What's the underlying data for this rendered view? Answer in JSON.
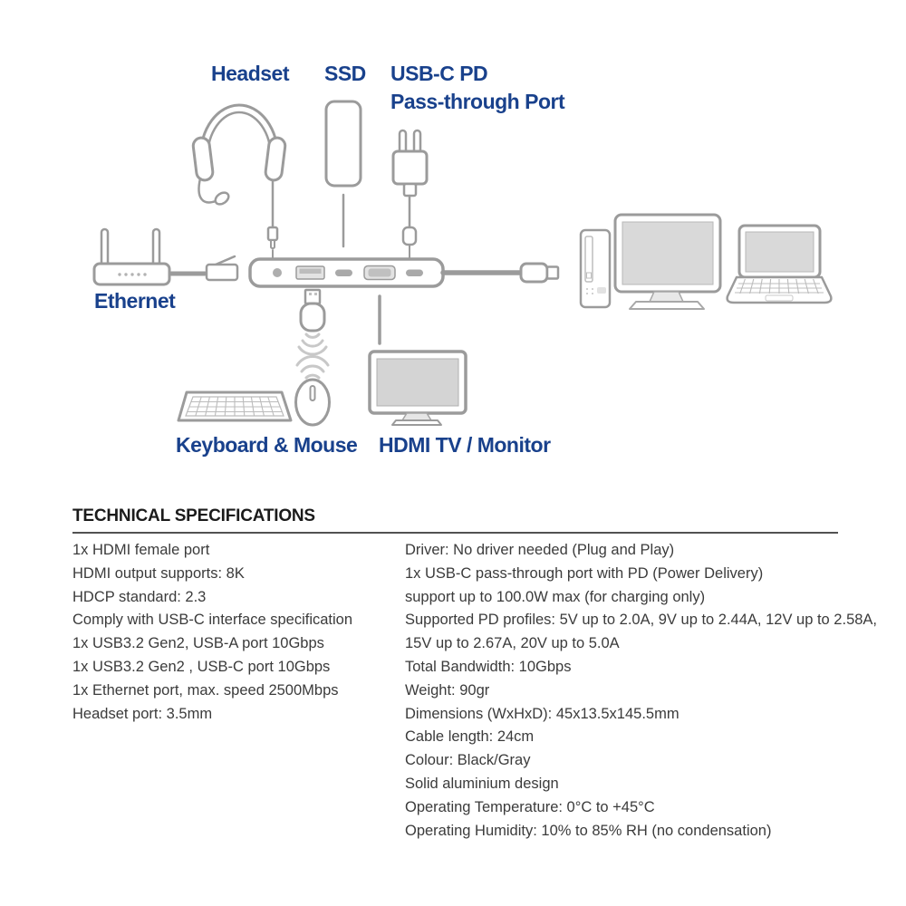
{
  "diagram": {
    "labels": {
      "headset": "Headset",
      "ssd": "SSD",
      "usb_c_pd_line1": "USB-C PD",
      "usb_c_pd_line2": "Pass-through Port",
      "ethernet": "Ethernet",
      "keyboard_mouse": "Keyboard & Mouse",
      "hdmi_tv": "HDMI TV / Monitor"
    },
    "devices": [
      "headset",
      "ssd-drive",
      "power-adapter",
      "ethernet-router",
      "usb-c-dock",
      "usb-c-host-cable",
      "desktop-pc",
      "monitor",
      "laptop",
      "usb-wireless-receiver",
      "keyboard",
      "mouse",
      "hdmi-monitor"
    ]
  },
  "specs": {
    "title": "TECHNICAL SPECIFICATIONS",
    "left": [
      "1x HDMI female port",
      "HDMI output supports: 8K",
      "HDCP standard: 2.3",
      "Comply with USB-C interface specification",
      "1x USB3.2 Gen2, USB-A port 10Gbps",
      "1x USB3.2 Gen2 , USB-C port 10Gbps",
      "1x Ethernet port, max. speed 2500Mbps",
      "Headset port: 3.5mm"
    ],
    "right": [
      "Driver: No driver needed (Plug and Play)",
      "1x USB-C pass-through port with PD (Power Delivery)",
      "support up to 100.0W max (for charging only)",
      "Supported PD profiles: 5V up to 2.0A, 9V up to 2.44A, 12V up to 2.58A,",
      "15V up to 2.67A, 20V up to 5.0A",
      "Total Bandwidth: 10Gbps",
      "Weight: 90gr",
      "Dimensions (WxHxD): 45x13.5x145.5mm",
      "Cable length: 24cm",
      "Colour: Black/Gray",
      "Solid aluminium design",
      "Operating Temperature: 0°C to +45°C",
      "Operating Humidity: 10% to 85% RH (no condensation)"
    ]
  },
  "colors": {
    "label_blue": "#19418c",
    "line_gray": "#9b9b9b",
    "screen_gray": "#d9d9d9",
    "spec_text": "#3b3b3b",
    "rule_gray": "#525252"
  }
}
